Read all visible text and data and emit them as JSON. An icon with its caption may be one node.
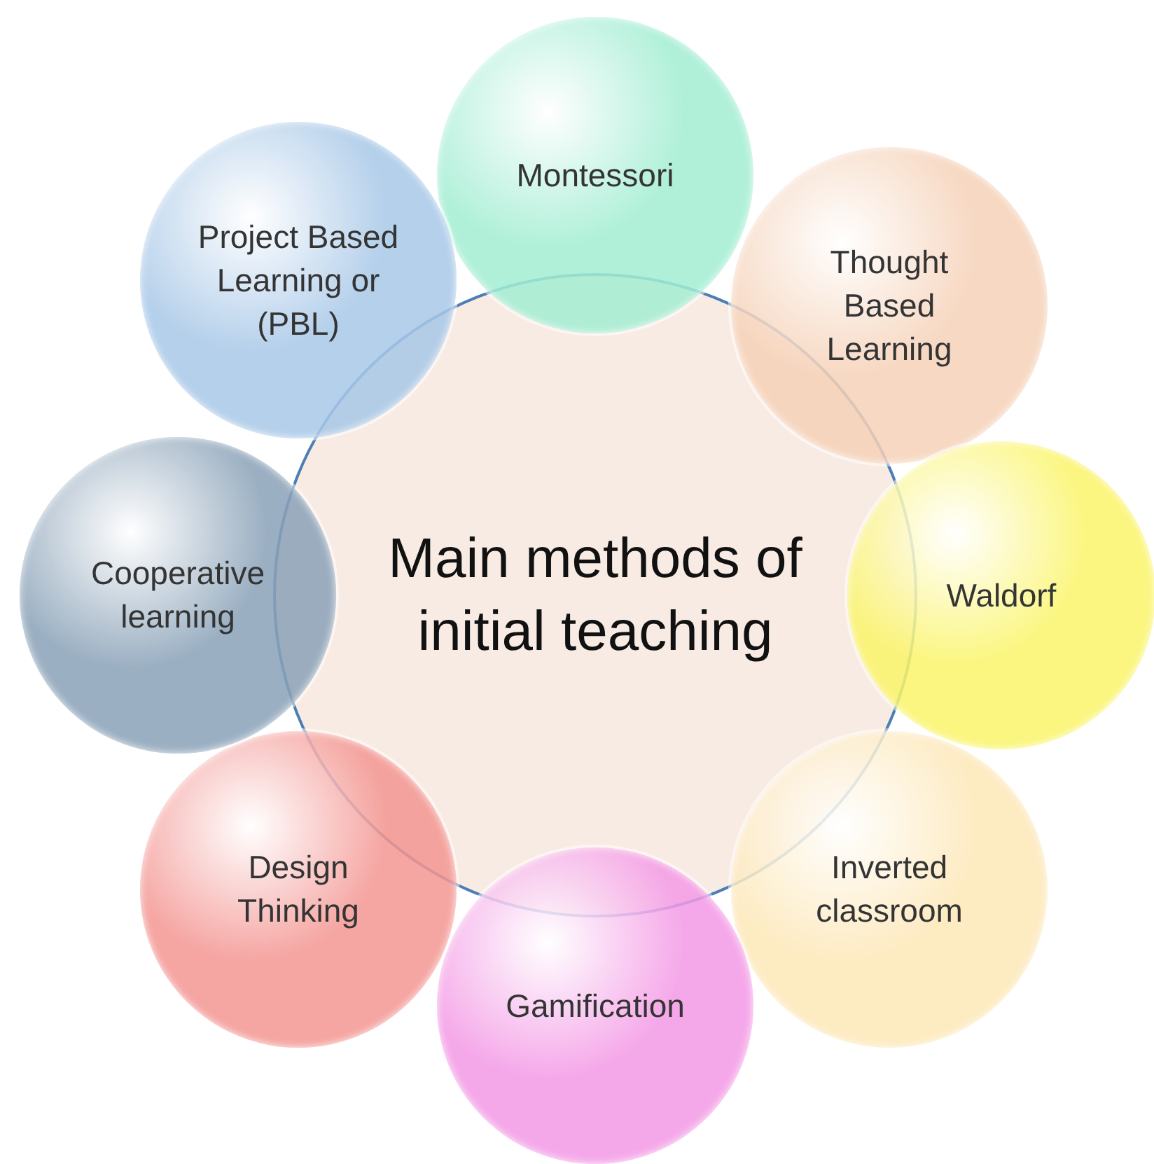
{
  "diagram": {
    "nodes": [
      {
        "text": [
          "Main methods of initial teaching"
        ]
      },
      {
        "text": [
          "Montessori"
        ]
      },
      {
        "text": [
          "Thought Based Learning"
        ]
      },
      {
        "text": [
          "Waldorf"
        ]
      },
      {
        "text": [
          "Inverted classroom"
        ]
      },
      {
        "text": [
          "Gamification"
        ]
      },
      {
        "text": [
          "Design Thinking"
        ]
      },
      {
        "text": [
          "Cooperative learning"
        ]
      },
      {
        "text": [
          "Project Based Learning or (PBL)"
        ]
      }
    ]
  }
}
